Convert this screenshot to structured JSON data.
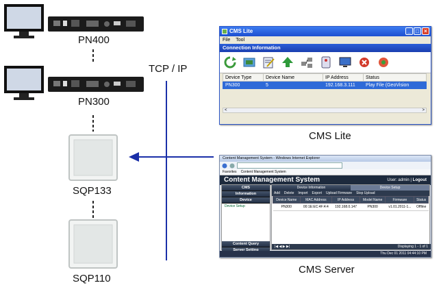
{
  "devices": {
    "pn400": "PN400",
    "pn300": "PN300",
    "sqp133": "SQP133",
    "sqp110": "SQP110"
  },
  "network_label": "TCP / IP",
  "cms_lite": {
    "caption": "CMS Lite",
    "title": "CMS Lite",
    "menu": [
      "File",
      "Tool"
    ],
    "section": "Connection Information",
    "columns": [
      "Device Type",
      "Device Name",
      "IP Address",
      "Status"
    ],
    "row": [
      "PN300",
      "5",
      "192.168.3.111",
      "Play File (GeoVision"
    ]
  },
  "cms_server": {
    "caption": "CMS Server",
    "title": "Content Management System - Windows Internet Explorer",
    "favorites": "Favorites",
    "tab_title": "Content Management System",
    "header": "Content Management System",
    "user": "User: admin",
    "logout": "Logout",
    "sidebar": [
      "CMS",
      "Information",
      "Device"
    ],
    "sidebar_sub": "Device Setup",
    "sidebar_bottom": [
      "Content Query",
      "Server Setting"
    ],
    "tabs": [
      "Device Information",
      "Device Setup"
    ],
    "actions": [
      "Add",
      "Delete",
      "Import",
      "Export",
      "Upload Firmware",
      "Stop Upload"
    ],
    "columns": [
      "Device Name",
      "MAC Address",
      "IP Address",
      "Model Name",
      "Firmware",
      "Status"
    ],
    "row": [
      "PN300",
      "00:1E:EC:4F:4:4",
      "192.168.0.147",
      "PN300",
      "v1.01.2011-1...",
      "Offline"
    ],
    "pager_right": "Displaying 1 - 1 of 1",
    "statusbar": "Thu Dec 01 2011 04:44:10 PM"
  },
  "colors": {
    "network_line": "#1a2fa8",
    "arrow": "#1a2fa8",
    "connector": "#222222"
  }
}
